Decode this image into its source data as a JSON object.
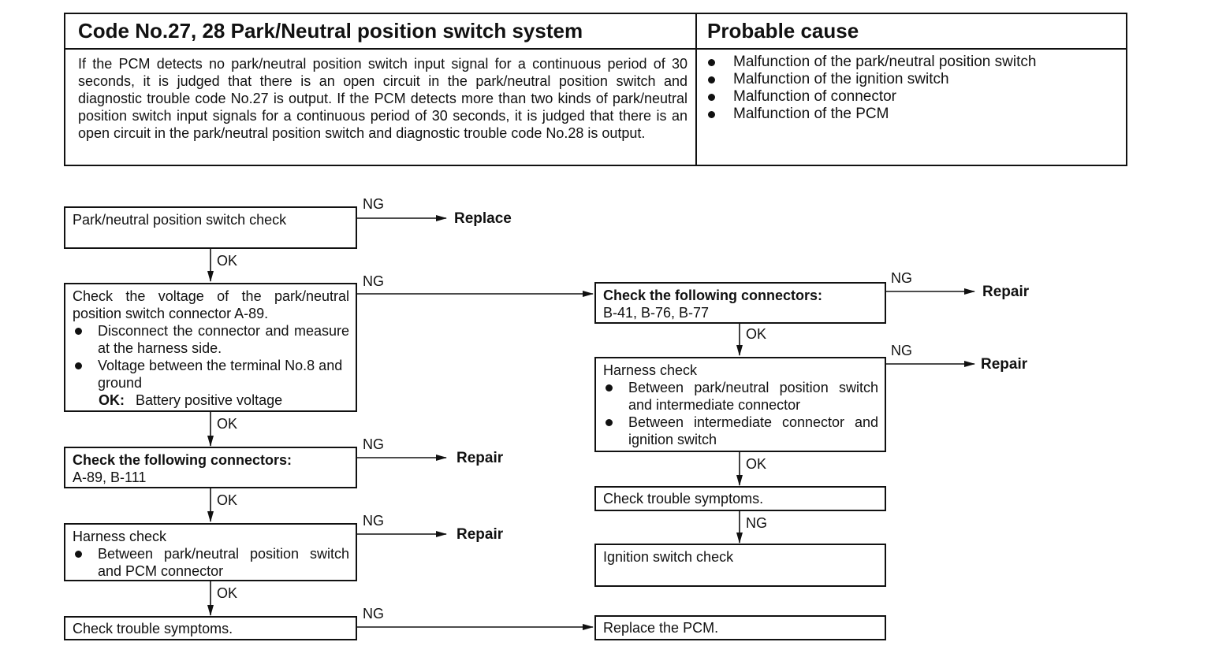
{
  "table": {
    "code_title": "Code No.27, 28 Park/Neutral position switch system",
    "cause_title": "Probable cause",
    "description": "If the PCM detects no park/neutral position switch input signal for a continuous period of 30 seconds, it is judged that there is an open circuit in the park/neutral position switch and diagnostic trouble code No.27 is output. If the PCM detects more than two kinds of park/neutral position switch input signals for a continuous period of 30 seconds, it is judged that there is an open circuit in the park/neutral position switch and diagnostic trouble code No.28 is output.",
    "causes": [
      "Malfunction of the park/neutral position switch",
      "Malfunction of the ignition switch",
      "Malfunction of connector",
      "Malfunction of the PCM"
    ]
  },
  "flow": {
    "box1": {
      "title": "Park/neutral position switch check"
    },
    "box2": {
      "title": "Check the voltage of the park/neutral position switch connector A-89.",
      "bullets": [
        "Disconnect the connector and measure at the harness side.",
        "Voltage between the terminal No.8 and ground"
      ],
      "ok_label": "OK:",
      "ok_value": "Battery positive voltage"
    },
    "box3": {
      "title": "Check the following connectors:",
      "detail": "A-89, B-111"
    },
    "box4": {
      "title": "Harness check",
      "bullets": [
        "Between park/neutral position switch and PCM connector"
      ]
    },
    "box5": {
      "title": "Check trouble symptoms."
    },
    "box6": {
      "title": "Check the following connectors:",
      "detail": "B-41, B-76, B-77"
    },
    "box7": {
      "title": "Harness check",
      "bullets": [
        "Between park/neutral position switch and intermediate connector",
        "Between intermediate connector and ignition switch"
      ]
    },
    "box8": {
      "title": "Check trouble symptoms."
    },
    "box9": {
      "title": "Ignition switch check"
    },
    "box10": {
      "title": "Replace the PCM."
    },
    "labels": {
      "ok": "OK",
      "ng": "NG"
    },
    "actions": {
      "replace": "Replace",
      "repair": "Repair"
    }
  }
}
